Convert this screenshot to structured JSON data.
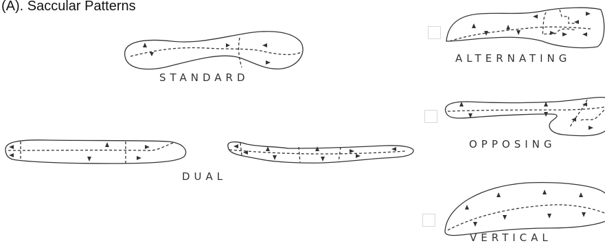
{
  "title": "(A). Saccular Patterns",
  "patterns": {
    "standard": "STANDARD",
    "dual": "DUAL",
    "alternating": "ALTERNATING",
    "opposing": "OPPOSING",
    "vertical": "VERTICAL"
  },
  "colors": {
    "ink": "#333333",
    "checkbox_border": "#d8d8d8"
  }
}
